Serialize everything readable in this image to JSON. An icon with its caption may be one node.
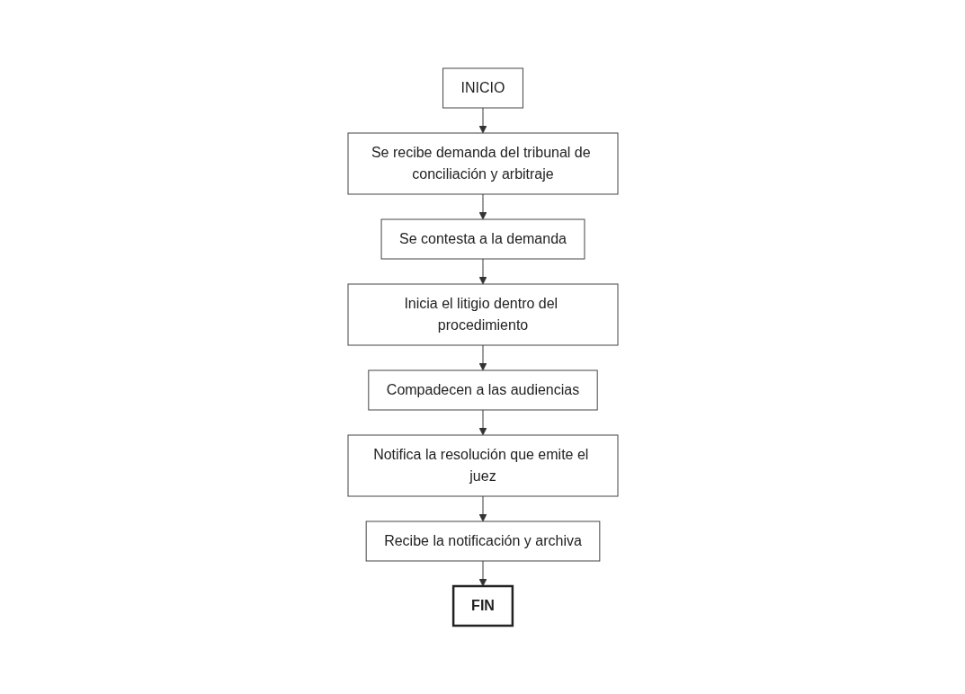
{
  "diagram": {
    "nodes": [
      {
        "text": [
          "INICIO"
        ]
      },
      {
        "text": [
          "Se recibe demanda del tribunal de conciliación y arbitraje"
        ]
      },
      {
        "text": [
          "Se contesta a la demanda"
        ]
      },
      {
        "text": [
          "Inicia el litigio dentro del procedimiento"
        ]
      },
      {
        "text": [
          "Compadecen a las audiencias"
        ]
      },
      {
        "text": [
          "Notifica la resolución que emite el juez"
        ]
      },
      {
        "text": [
          "Recibe la notificación y archiva"
        ]
      },
      {
        "text": [
          "FIN"
        ]
      }
    ],
    "edges": [
      {
        "from": 0,
        "to": 1,
        "arrow": "to"
      },
      {
        "from": 1,
        "to": 2,
        "arrow": "to"
      },
      {
        "from": 2,
        "to": 3,
        "arrow": "to"
      },
      {
        "from": 3,
        "to": 4,
        "arrow": "to"
      },
      {
        "from": 4,
        "to": 5,
        "arrow": "to"
      },
      {
        "from": 5,
        "to": 6,
        "arrow": "to"
      },
      {
        "from": 6,
        "to": 7,
        "arrow": "to"
      }
    ]
  }
}
